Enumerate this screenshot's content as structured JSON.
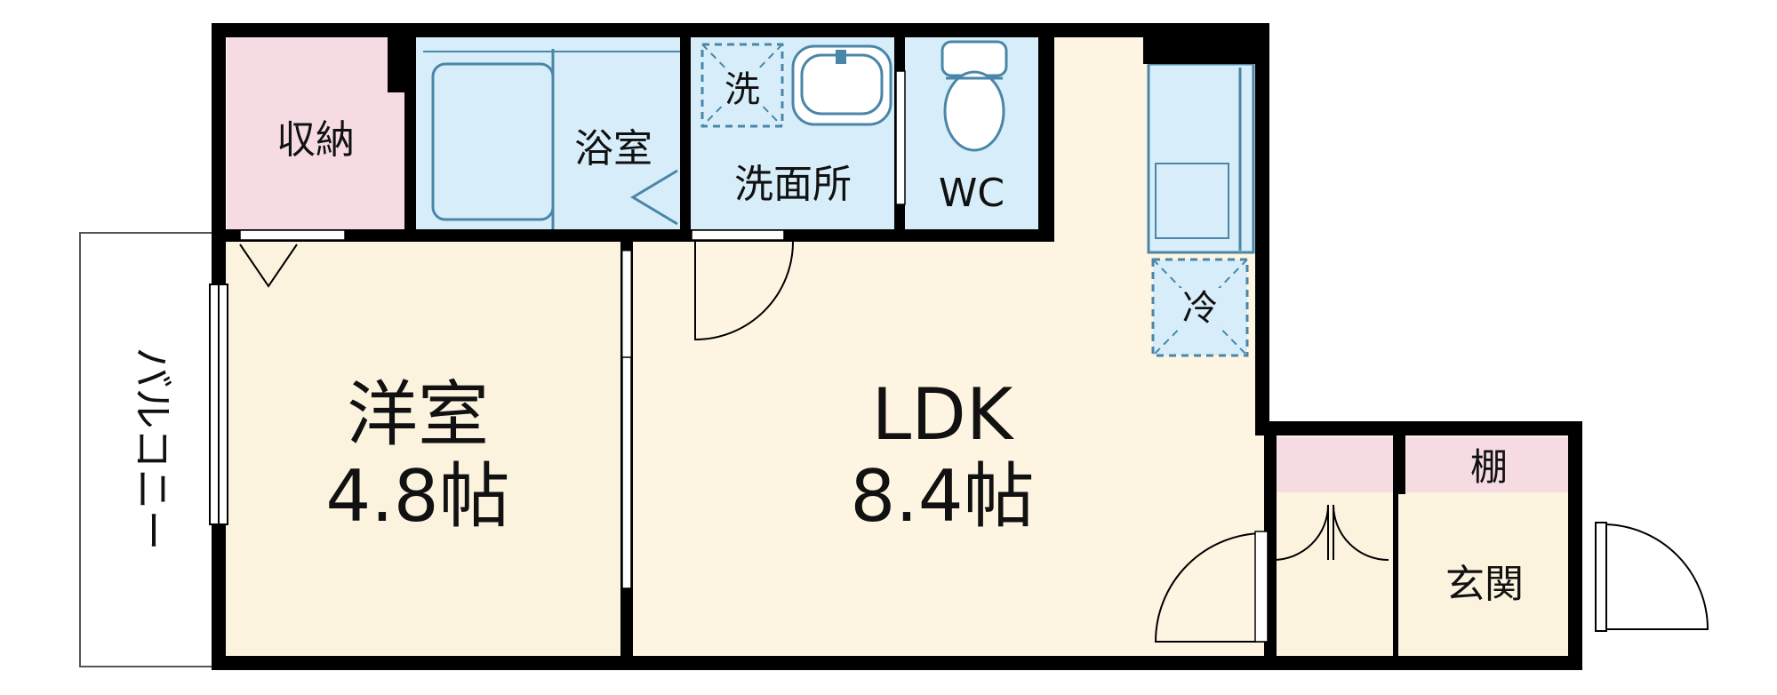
{
  "floorplan": {
    "rooms": {
      "storage": {
        "label": "収納",
        "color": "#f6dbe3"
      },
      "bathroom": {
        "label": "浴室",
        "color": "#d7eefa"
      },
      "washroom": {
        "label": "洗面所",
        "color": "#d7eefa"
      },
      "wc": {
        "label": "WC",
        "color": "#d7eefa"
      },
      "western_room": {
        "label": "洋室",
        "size": "4.8帖",
        "color": "#fbf3de"
      },
      "ldk": {
        "label": "LDK",
        "size": "8.4帖",
        "color": "#fdf5e1"
      },
      "shelf": {
        "label": "棚",
        "color": "#f6dbe3"
      },
      "entrance": {
        "label": "玄関",
        "color": "#fbf3de"
      },
      "balcony": {
        "label": "バルコニー",
        "color": "#ffffff"
      }
    },
    "fixtures": {
      "washer": "洗",
      "refrigerator": "冷"
    },
    "colors": {
      "wall": "#000000",
      "fixture_line": "#4a86a8",
      "water_area": "#d7eefa",
      "storage_pink": "#f6dbe3",
      "floor": "#fdf5e1"
    }
  }
}
